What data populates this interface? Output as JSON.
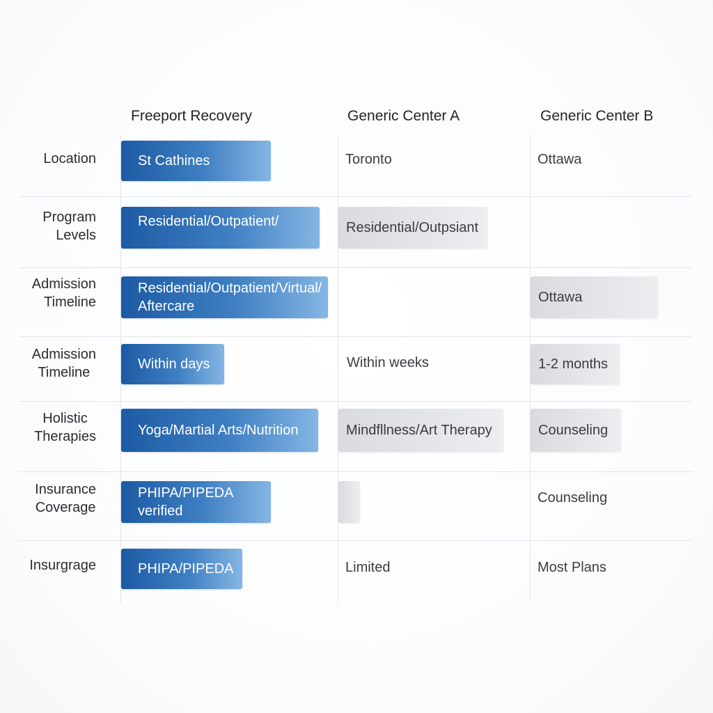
{
  "columns": [
    "Freeport Recovery",
    "Generic Center A",
    "Generic Center B"
  ],
  "rows": [
    {
      "label": "Location",
      "c1": "St Cathines",
      "c2": "Toronto",
      "c3": "Ottawa"
    },
    {
      "label": "Program\nLevels",
      "c1": "Residential/Outpatient/",
      "c2": "Residential/Outpsiant",
      "c3": ""
    },
    {
      "label": "Admission\nTimeline",
      "c1": "Residential/Outpatient/Virtual/\nAftercare",
      "c2": "",
      "c3": "Ottawa"
    },
    {
      "label": "Admission\nTimeline",
      "c1": "Within days",
      "c2": "Within weeks",
      "c3": "1-2 months"
    },
    {
      "label": "Holistic\nTherapies",
      "c1": "Yoga/Martial Arts/Nutrition",
      "c2": "Mindfllness/Art Therapy",
      "c3": "Counseling"
    },
    {
      "label": "Insurance\nCoverage",
      "c1": "PHIPA/PIPEDA\nverified",
      "c2": "",
      "c3": "Counseling"
    },
    {
      "label": "Insurgrage",
      "c1": "PHIPA/PIPEDA",
      "c2": "Limited",
      "c3": "Most Plans"
    }
  ]
}
